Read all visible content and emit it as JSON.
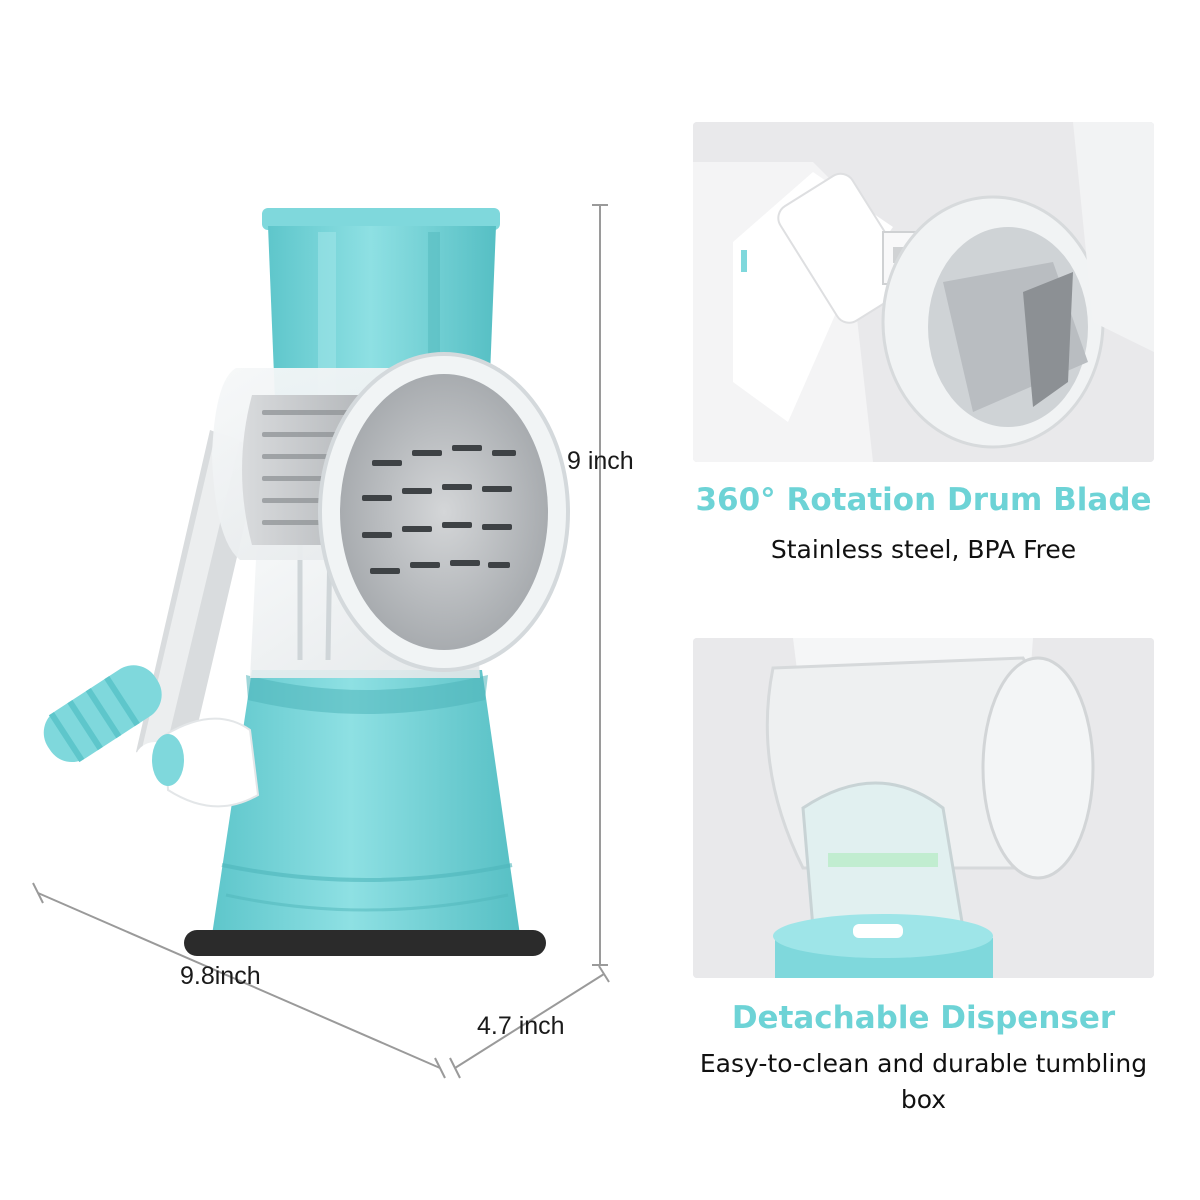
{
  "dimensions": {
    "height": "9 inch",
    "length": "9.8inch",
    "width": "4.7 inch"
  },
  "features": [
    {
      "title": "360° Rotation Drum Blade",
      "description": "Stainless steel, BPA Free"
    },
    {
      "title": "Detachable Dispenser",
      "description": "Easy-to-clean and durable tumbling box"
    }
  ],
  "colors": {
    "accent": "#6dd3d6",
    "product_body": "#7fd8dc",
    "product_body_dark": "#5ec6cb",
    "dimension_lines": "#9a9a9a"
  }
}
